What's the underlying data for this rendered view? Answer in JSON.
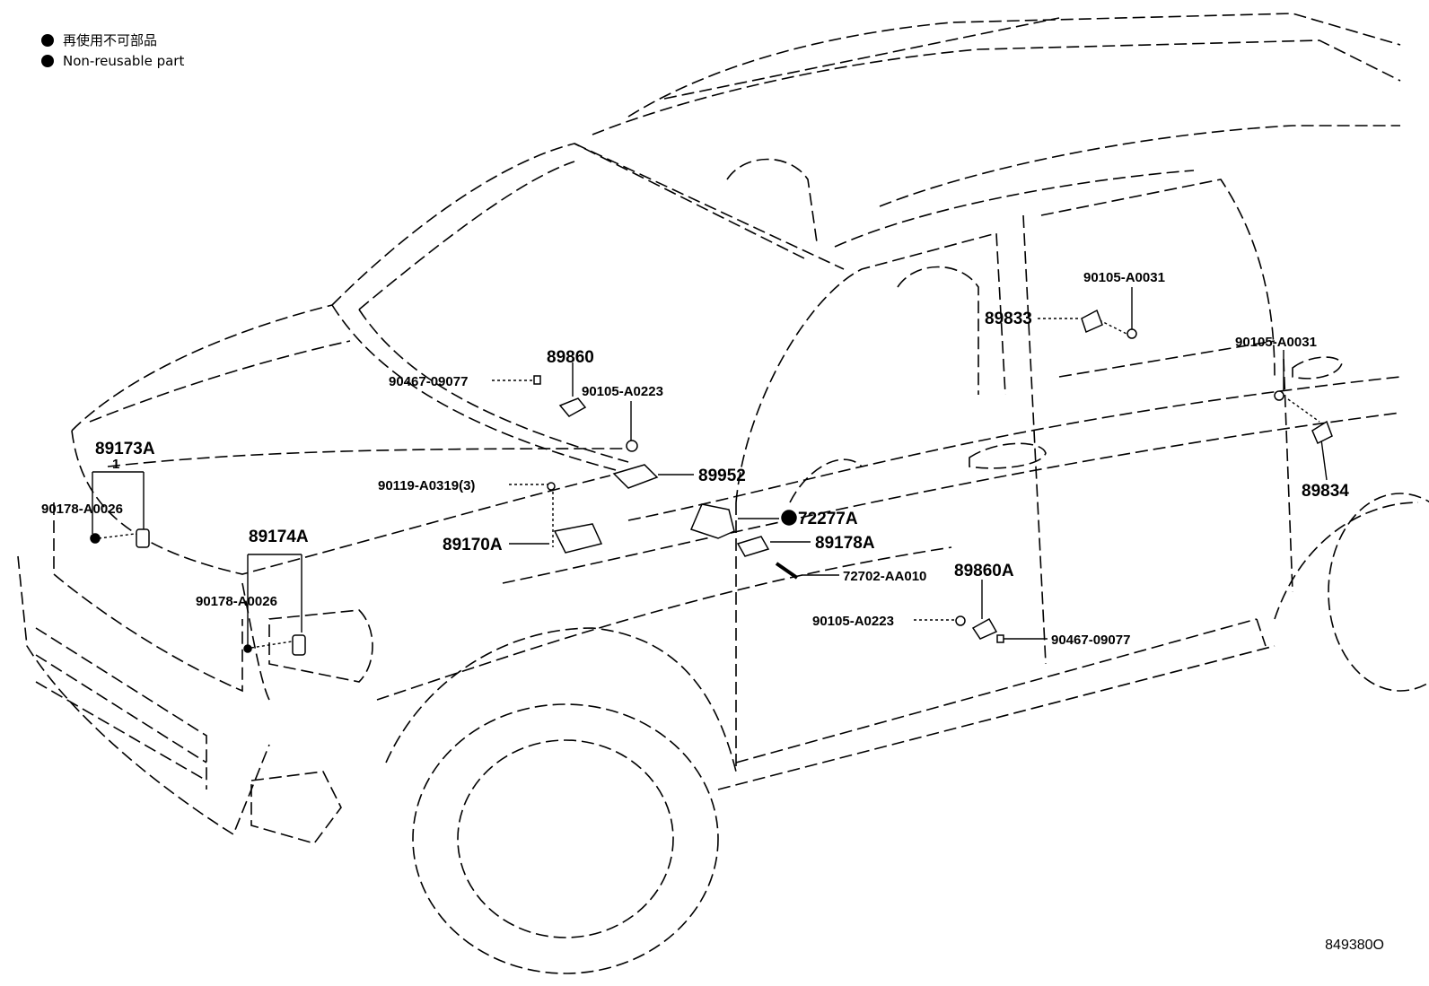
{
  "legend": {
    "ja": "再使用不可部品",
    "en": "Non-reusable part"
  },
  "callouts": {
    "p89173A": "89173A",
    "p90178_A0026_left": "90178-A0026",
    "p89174A": "89174A",
    "p90178_A0026_right": "90178-A0026",
    "p90467_09077_top": "90467-09077",
    "p89860": "89860",
    "p90105_A0223_top": "90105-A0223",
    "p90119_A0319": "90119-A0319(3)",
    "p89952": "89952",
    "p89170A": "89170A",
    "p72277A": "72277A",
    "p89178A": "89178A",
    "p72702_AA010": "72702-AA010",
    "p89860A": "89860A",
    "p90105_A0223_bottom": "90105-A0223",
    "p90467_09077_bottom": "90467-09077",
    "p90105_A0031_upper": "90105-A0031",
    "p89833": "89833",
    "p90105_A0031_right": "90105-A0031",
    "p89834": "89834",
    "bracket_index": "1"
  },
  "reference_code": "849380O"
}
